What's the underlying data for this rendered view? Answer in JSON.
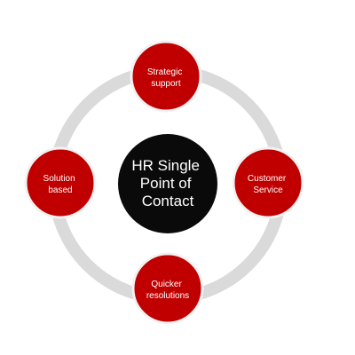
{
  "center": {
    "lines": [
      "HR Single",
      "Point of",
      "Contact"
    ]
  },
  "nodes": [
    {
      "id": "top",
      "lines": [
        "Strategic",
        "support"
      ]
    },
    {
      "id": "right",
      "lines": [
        "Customer",
        "Service"
      ]
    },
    {
      "id": "bottom",
      "lines": [
        "Quicker",
        "resolutions"
      ]
    },
    {
      "id": "left",
      "lines": [
        "Solution",
        "based"
      ]
    }
  ],
  "colors": {
    "ring": "#dadada",
    "node_fill": "#c00000",
    "node_stroke": "#f2f2f2",
    "center_fill": "#0a0a0a",
    "text": "#ffffff"
  }
}
